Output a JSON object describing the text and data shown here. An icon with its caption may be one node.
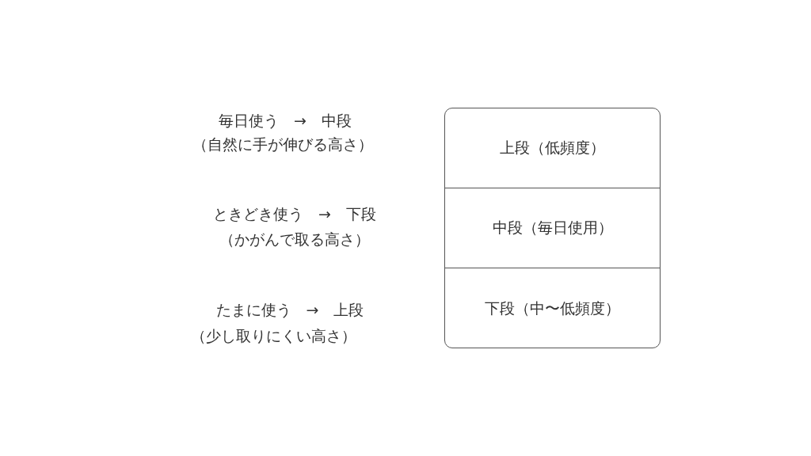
{
  "diagram": {
    "nodes": [
      {
        "text": [],
        "shape": "box"
      },
      {
        "text": [
          "上段（低頻度）"
        ],
        "in": 0
      },
      {
        "text": [
          "中段（毎日使用）"
        ],
        "in": 0
      },
      {
        "text": [
          "下段（中〜低頻度）"
        ],
        "in": 0
      }
    ],
    "edges": [],
    "labels": [
      "毎日使う　→　中段",
      "（自然に手が伸びる高さ）",
      "ときどき使う　→　下段",
      "（かがんで取る高さ）",
      "たまに使う　→　上段",
      "（少し取りにくい高さ）"
    ]
  }
}
